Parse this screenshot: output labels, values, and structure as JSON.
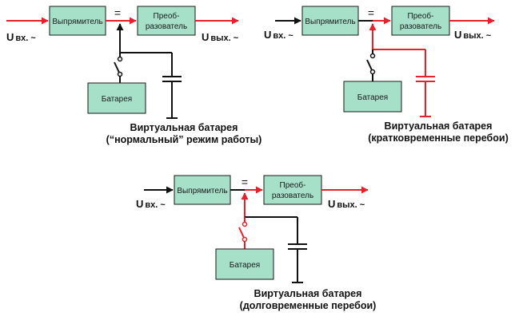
{
  "labels": {
    "rectifier": "Выпрямитель",
    "converter_line1": "Преоб-",
    "converter_line2": "разователь",
    "battery": "Батарея",
    "u_in": "U",
    "u_in_sub": "вх. ~",
    "u_out": "U",
    "u_out_sub": "вых. ~",
    "dc": "="
  },
  "diagrams": [
    {
      "caption_line1": "Виртуальная батарея",
      "caption_line2": "(“нормальный” режим работы)"
    },
    {
      "caption_line1": "Виртуальная батарея",
      "caption_line2": "(кратковременные перебои)"
    },
    {
      "caption_line1": "Виртуальная батарея",
      "caption_line2": "(долговременные перебои)"
    }
  ],
  "colors": {
    "block_fill": "#a7e0c8",
    "power_flow": "#e8202a",
    "wire": "#111111"
  }
}
